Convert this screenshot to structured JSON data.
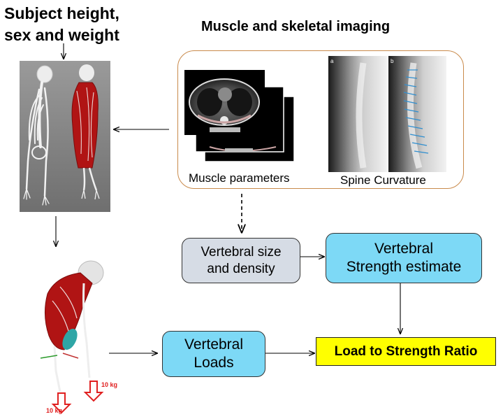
{
  "titles": {
    "subject_line1": "Subject height,",
    "subject_line2": "sex and weight",
    "imaging": "Muscle and skeletal imaging"
  },
  "captions": {
    "muscle": "Muscle parameters",
    "spine": "Spine Curvature",
    "xray_a": "a",
    "xray_b": "b"
  },
  "boxes": {
    "vertebral_size_line1": "Vertebral size",
    "vertebral_size_line2": "and density",
    "strength_line1": "Vertebral",
    "strength_line2": "Strength estimate",
    "loads_line1": "Vertebral",
    "loads_line2": "Loads",
    "ratio": "Load to Strength Ratio"
  },
  "weights": {
    "right_hand": "10 kg",
    "left_hand": "10 kg"
  },
  "colors": {
    "imaging_frame": "#c98a4b",
    "gray_box": "#d6dce5",
    "blue_box": "#7dd9f6",
    "ratio_box": "#ffff00",
    "muscle_red": "#b01414",
    "load_arrow": "#e02020"
  }
}
